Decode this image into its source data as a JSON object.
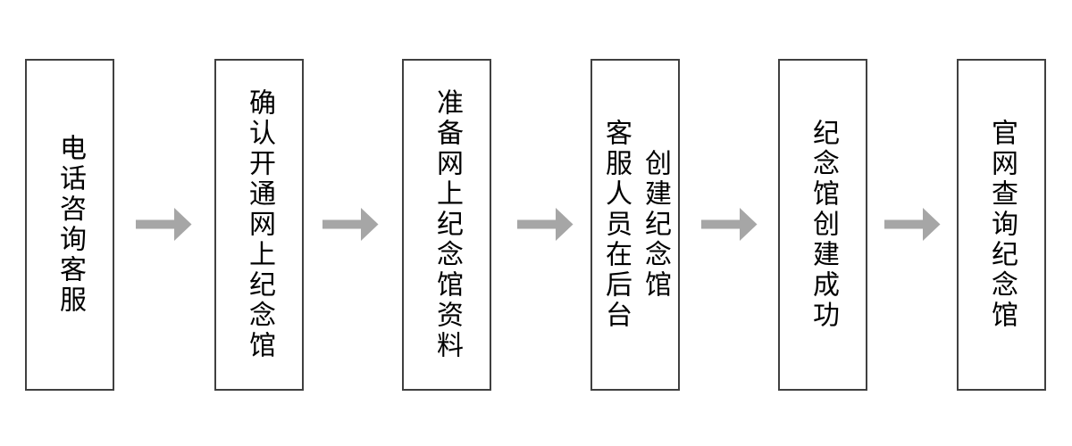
{
  "diagram": {
    "type": "flowchart",
    "direction": "left-to-right",
    "steps": [
      {
        "id": 1,
        "text": "电话咨询客服"
      },
      {
        "id": 2,
        "text": "确认开通网上纪念馆"
      },
      {
        "id": 3,
        "text": "准备网上纪念馆资料"
      },
      {
        "id": 4,
        "text": "客服人员在后台\n创建纪念馆"
      },
      {
        "id": 5,
        "text": "纪念馆创建成功"
      },
      {
        "id": 6,
        "text": "官网查询纪念馆"
      }
    ],
    "connector": {
      "type": "right-arrow",
      "count": 5
    },
    "colors": {
      "box_border": "#404040",
      "box_fill": "#ffffff",
      "arrow": "#a6a6a6",
      "text": "#000000",
      "background": "#ffffff"
    }
  }
}
